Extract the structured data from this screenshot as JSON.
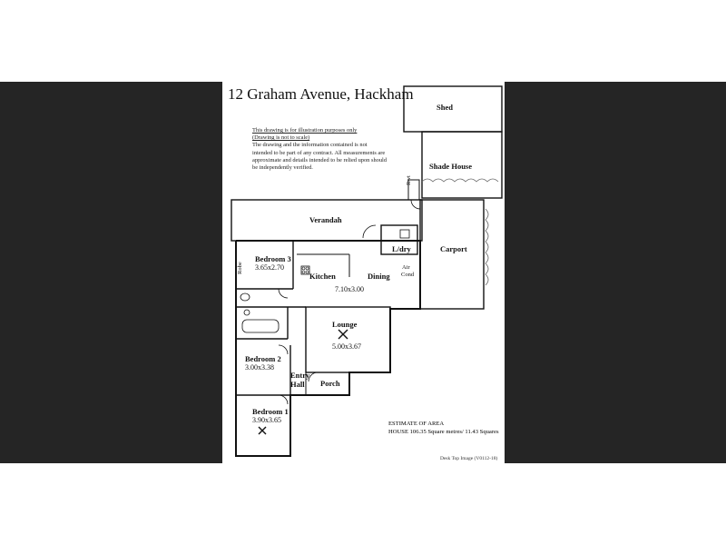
{
  "plan": {
    "title": "12 Graham Avenue, Hackham",
    "disclaimer": {
      "line1": "This drawing is for illustration purposes only",
      "line2": "(Drawing is not to scale)",
      "body": "The drawing and the information contained is not intended to be part of any contract. All measurements are approximate and details intended to be relied upon should be independently verified."
    },
    "rooms": {
      "shed": "Shed",
      "shade_house": "Shade House",
      "rwt": "Rwt",
      "verandah": "Verandah",
      "carport": "Carport",
      "laundry": "L/dry",
      "aircond_1": "Air",
      "aircond_2": "Cond",
      "bedroom3": "Bedroom 3",
      "bedroom3_dim": "3.65x2.70",
      "robe": "Robe",
      "kitchen": "Kitchen",
      "dining": "Dining",
      "dining_dim": "7.10x3.00",
      "lounge": "Lounge",
      "lounge_dim": "5.00x3.67",
      "bedroom2": "Bedroom 2",
      "bedroom2_dim": "3.00x3.38",
      "entry_1": "Entry",
      "entry_2": "Hall",
      "porch": "Porch",
      "bedroom1": "Bedroom 1",
      "bedroom1_dim": "3.90x3.65"
    },
    "estimate": {
      "heading": "ESTIMATE OF AREA",
      "house": "HOUSE  106.35 Square metres/ 11.43 Squares"
    },
    "credit": "Desk Top Image  (V0112-18)"
  }
}
